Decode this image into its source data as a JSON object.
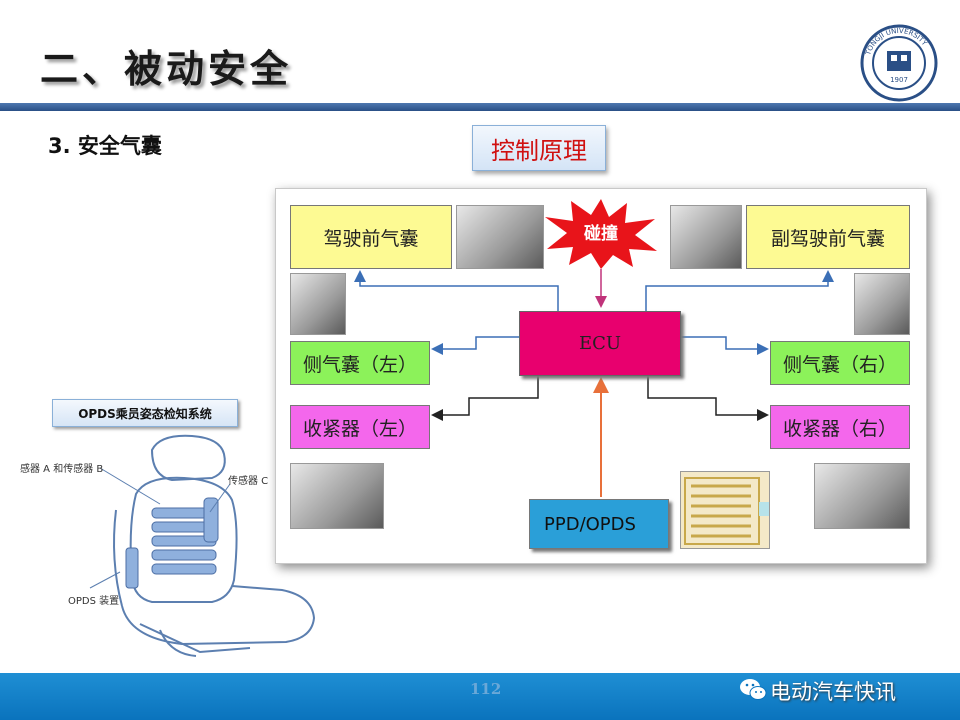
{
  "slide": {
    "title": "二、被动安全",
    "subtitle": "3. 安全气囊",
    "principle_label": "控制原理",
    "page_number": "112",
    "watermark": "电动汽车快讯"
  },
  "diagram": {
    "crash": "碰撞",
    "ecu": "ECU",
    "driver_airbag": "驾驶前气囊",
    "passenger_airbag": "副驾驶前气囊",
    "side_left": "侧气囊（左）",
    "side_right": "侧气囊（右）",
    "tensioner_left": "收紧器（左）",
    "tensioner_right": "收紧器（右）",
    "ppd": "PPD/OPDS"
  },
  "opds": {
    "label": "OPDS乘员姿态检知系统",
    "sensor_ab": "感器 A 和传感器 B",
    "sensor_c": "传感器 C",
    "device": "OPDS 装置"
  },
  "logo": {
    "text": "TONGJI UNIVERSITY",
    "year": "1907"
  },
  "colors": {
    "accent_blue": "#2a4f86",
    "ecu_pink": "#e8006e",
    "box_yellow": "#fdfa93",
    "box_green": "#8cf25a",
    "box_magenta": "#f467ec",
    "ppd_blue": "#2a9fd8",
    "crash_red": "#e8141a"
  }
}
